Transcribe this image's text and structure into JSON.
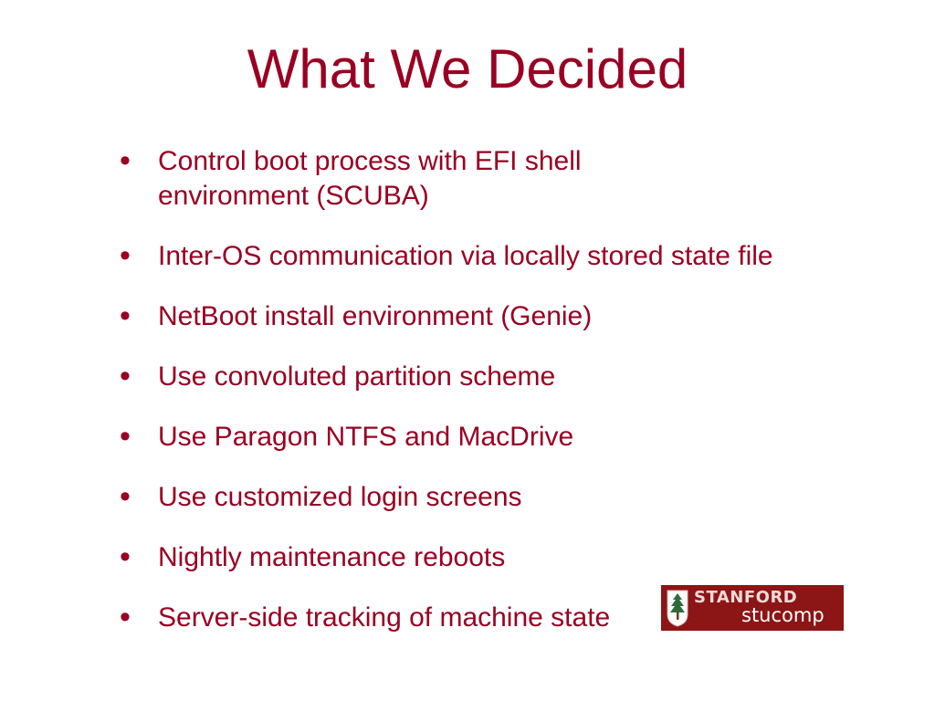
{
  "slide": {
    "title": "What We Decided",
    "bullet_glyph": "•",
    "bullets": [
      "Control boot process with EFI shell environment (SCUBA)",
      "Inter-OS communication via locally stored state file",
      "NetBoot install environment (Genie)",
      "Use convoluted partition scheme",
      "Use Paragon NTFS and MacDrive",
      "Use customized login screens",
      "Nightly maintenance reboots",
      "Server-side tracking of machine state"
    ]
  },
  "logo": {
    "brand": "STANFORD",
    "sub": "stucomp",
    "icon": "stanford-tree-seal-icon"
  },
  "colors": {
    "text": "#990022",
    "logo_bg": "#8c1515",
    "background": "#ffffff"
  }
}
